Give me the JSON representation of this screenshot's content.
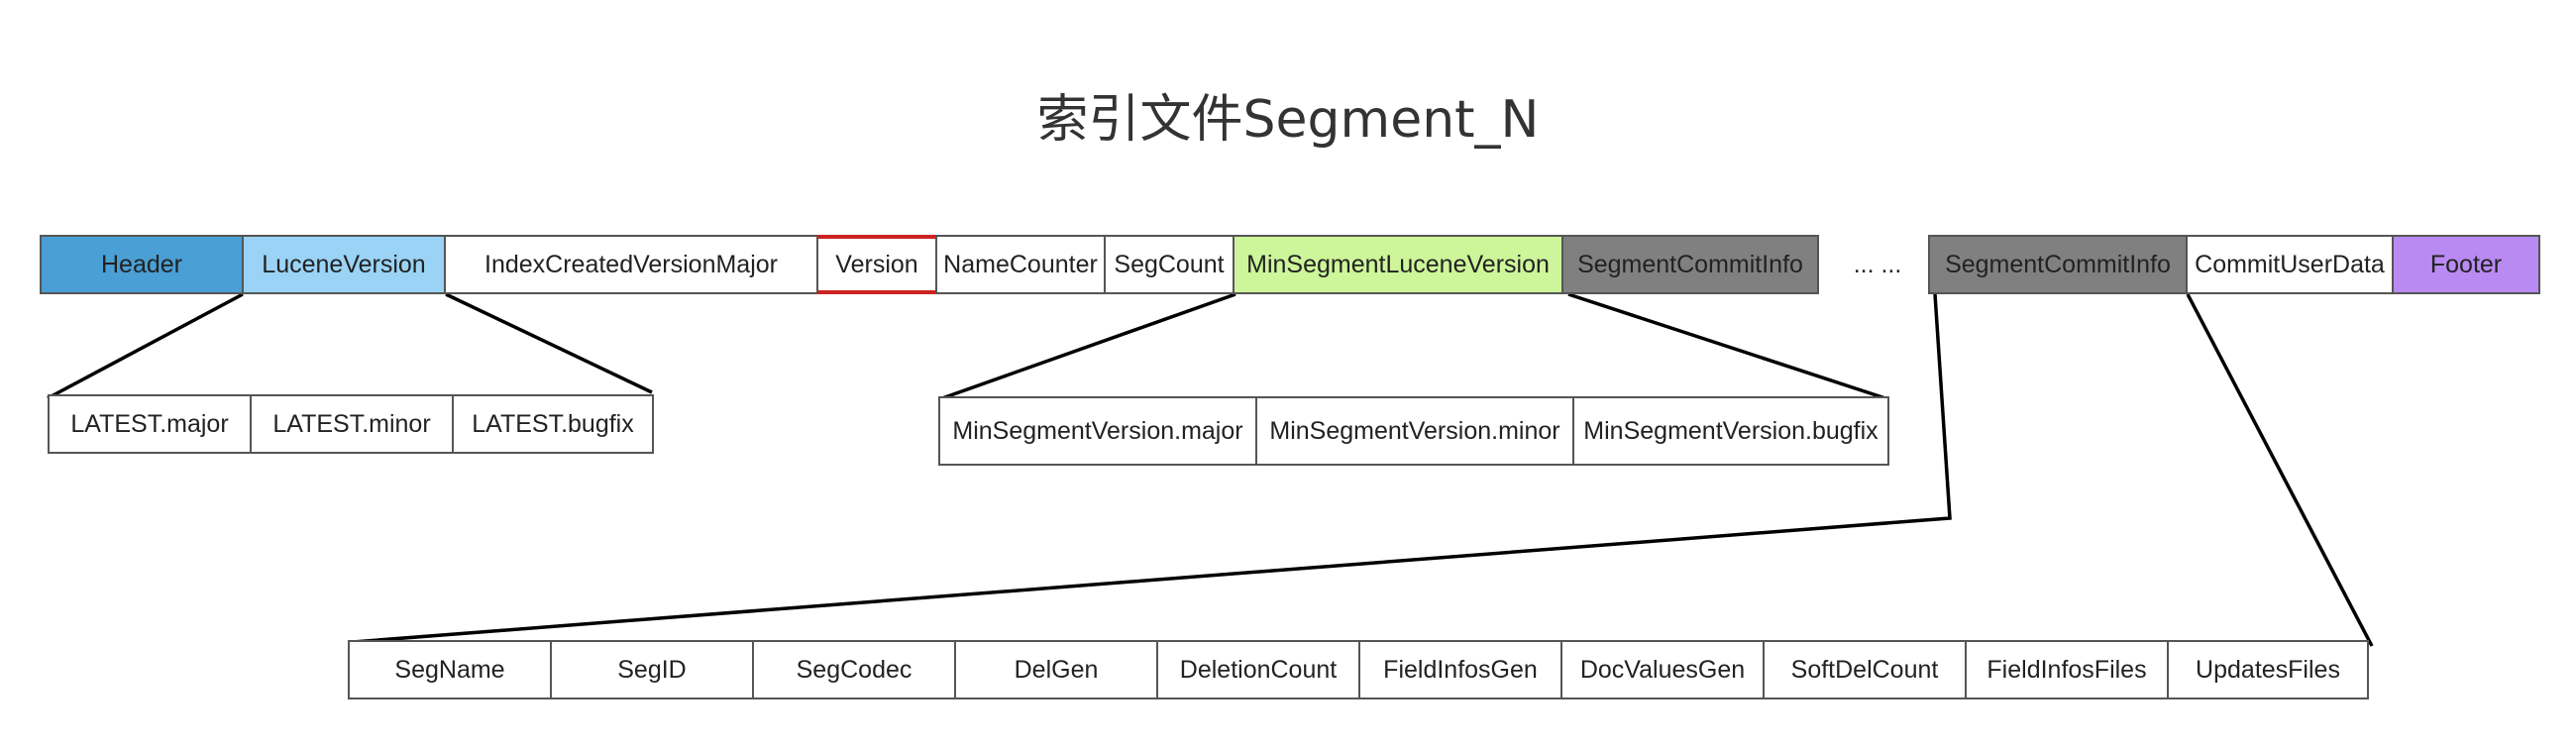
{
  "title": "索引文件Segment_N",
  "colors": {
    "header": "#4a9fd4",
    "lucene_version": "#9ad3f5",
    "version_border": "#cc2222",
    "min_segment_lucene_version": "#cdf59a",
    "segment_commit_info": "#808080",
    "footer": "#b98af2",
    "border": "#555555"
  },
  "main_row": {
    "header": "Header",
    "lucene_version": "LuceneVersion",
    "index_created_version_major": "IndexCreatedVersionMajor",
    "version": "Version",
    "name_counter": "NameCounter",
    "seg_count": "SegCount",
    "min_segment_lucene_version": "MinSegmentLuceneVersion",
    "segment_commit_info_1": "SegmentCommitInfo",
    "ellipsis": "... ...",
    "segment_commit_info_2": "SegmentCommitInfo",
    "commit_user_data": "CommitUserData",
    "footer": "Footer"
  },
  "lucene_version_detail": {
    "major": "LATEST.major",
    "minor": "LATEST.minor",
    "bugfix": "LATEST.bugfix"
  },
  "min_segment_version_detail": {
    "major": "MinSegmentVersion.major",
    "minor": "MinSegmentVersion.minor",
    "bugfix": "MinSegmentVersion.bugfix"
  },
  "segment_commit_info_detail": {
    "seg_name": "SegName",
    "seg_id": "SegID",
    "seg_codec": "SegCodec",
    "del_gen": "DelGen",
    "deletion_count": "DeletionCount",
    "field_infos_gen": "FieldInfosGen",
    "doc_values_gen": "DocValuesGen",
    "soft_del_count": "SoftDelCount",
    "field_infos_files": "FieldInfosFiles",
    "updates_files": "UpdatesFiles"
  }
}
